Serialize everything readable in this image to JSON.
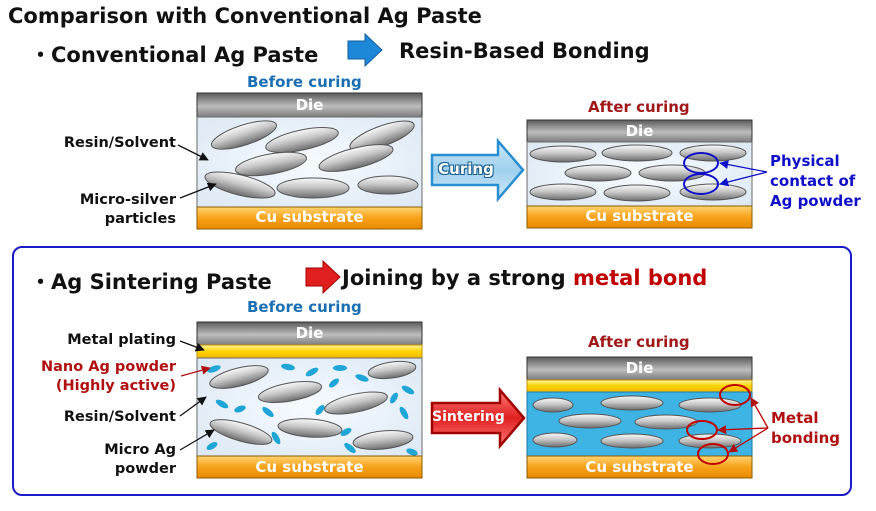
{
  "title": "Comparison with Conventional Ag Paste",
  "section1": {
    "bullet": "・",
    "left_text": "Conventional Ag Paste",
    "right_text": "Resin-Based Bonding",
    "before_label": "Before curing",
    "after_label": "After curing",
    "die_label": "Die",
    "substrate_label": "Cu substrate",
    "arrow_label": "Curing",
    "labels": [
      "Resin/Solvent",
      "Micro-silver",
      "particles"
    ],
    "callout": [
      "Physical",
      "contact of",
      "Ag powder"
    ]
  },
  "section2": {
    "bullet": "・",
    "left_text": "Ag Sintering Paste",
    "right_text_a": "Joining by a strong ",
    "right_text_b": "metal bond",
    "before_label": "Before curing",
    "after_label": "After curing",
    "die_label": "Die",
    "substrate_label": "Cu substrate",
    "arrow_label": "Sintering",
    "labels": {
      "plating": "Metal plating",
      "nano_1": "Nano Ag powder",
      "nano_2": "(Highly active)",
      "resin": "Resin/Solvent",
      "micro_1": "Micro Ag",
      "micro_2": "powder"
    },
    "callout": [
      "Metal",
      "bonding"
    ]
  },
  "colors": {
    "process_blue": "#1a6fb3",
    "after_red": "#a01818",
    "callout_blue": "#1010c8",
    "accent_red": "#c00000",
    "substrate_orange": "#f7a21b",
    "plating_yellow": "#ffd400",
    "nano_cyan": "#1fa6d6",
    "frame_blue": "#1a1ac8"
  }
}
